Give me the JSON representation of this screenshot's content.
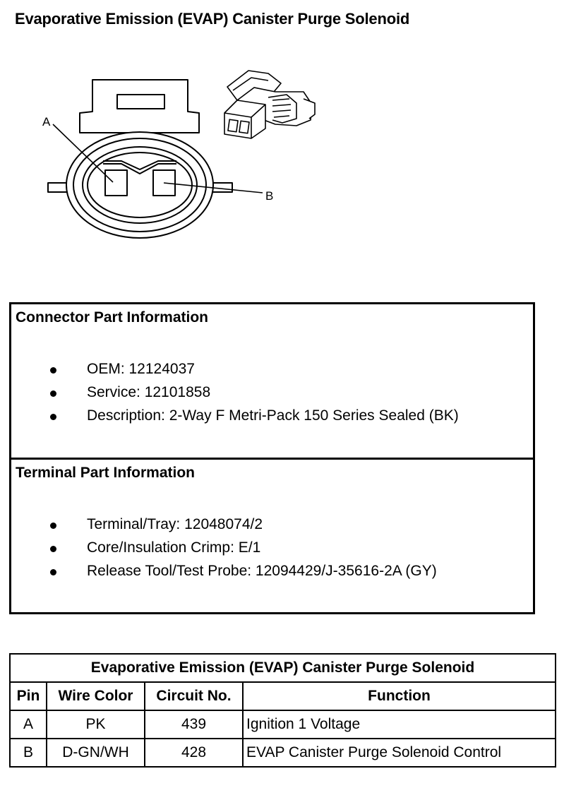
{
  "page": {
    "title": "Evaporative Emission (EVAP) Canister Purge Solenoid"
  },
  "drawing": {
    "pin_labels": [
      "A",
      "B"
    ]
  },
  "connector_info": {
    "heading": "Connector Part Information",
    "items": [
      "OEM: 12124037",
      "Service: 12101858",
      "Description: 2-Way F Metri-Pack 150 Series Sealed (BK)"
    ]
  },
  "terminal_info": {
    "heading": "Terminal Part Information",
    "items": [
      "Terminal/Tray: 12048074/2",
      "Core/Insulation Crimp: E/1",
      "Release Tool/Test Probe: 12094429/J-35616-2A (GY)"
    ]
  },
  "pin_table": {
    "caption": "Evaporative Emission (EVAP) Canister Purge Solenoid",
    "headers": [
      "Pin",
      "Wire Color",
      "Circuit No.",
      "Function"
    ],
    "rows": [
      [
        "A",
        "PK",
        "439",
        "Ignition 1 Voltage"
      ],
      [
        "B",
        "D-GN/WH",
        "428",
        "EVAP Canister Purge Solenoid Control"
      ]
    ]
  }
}
